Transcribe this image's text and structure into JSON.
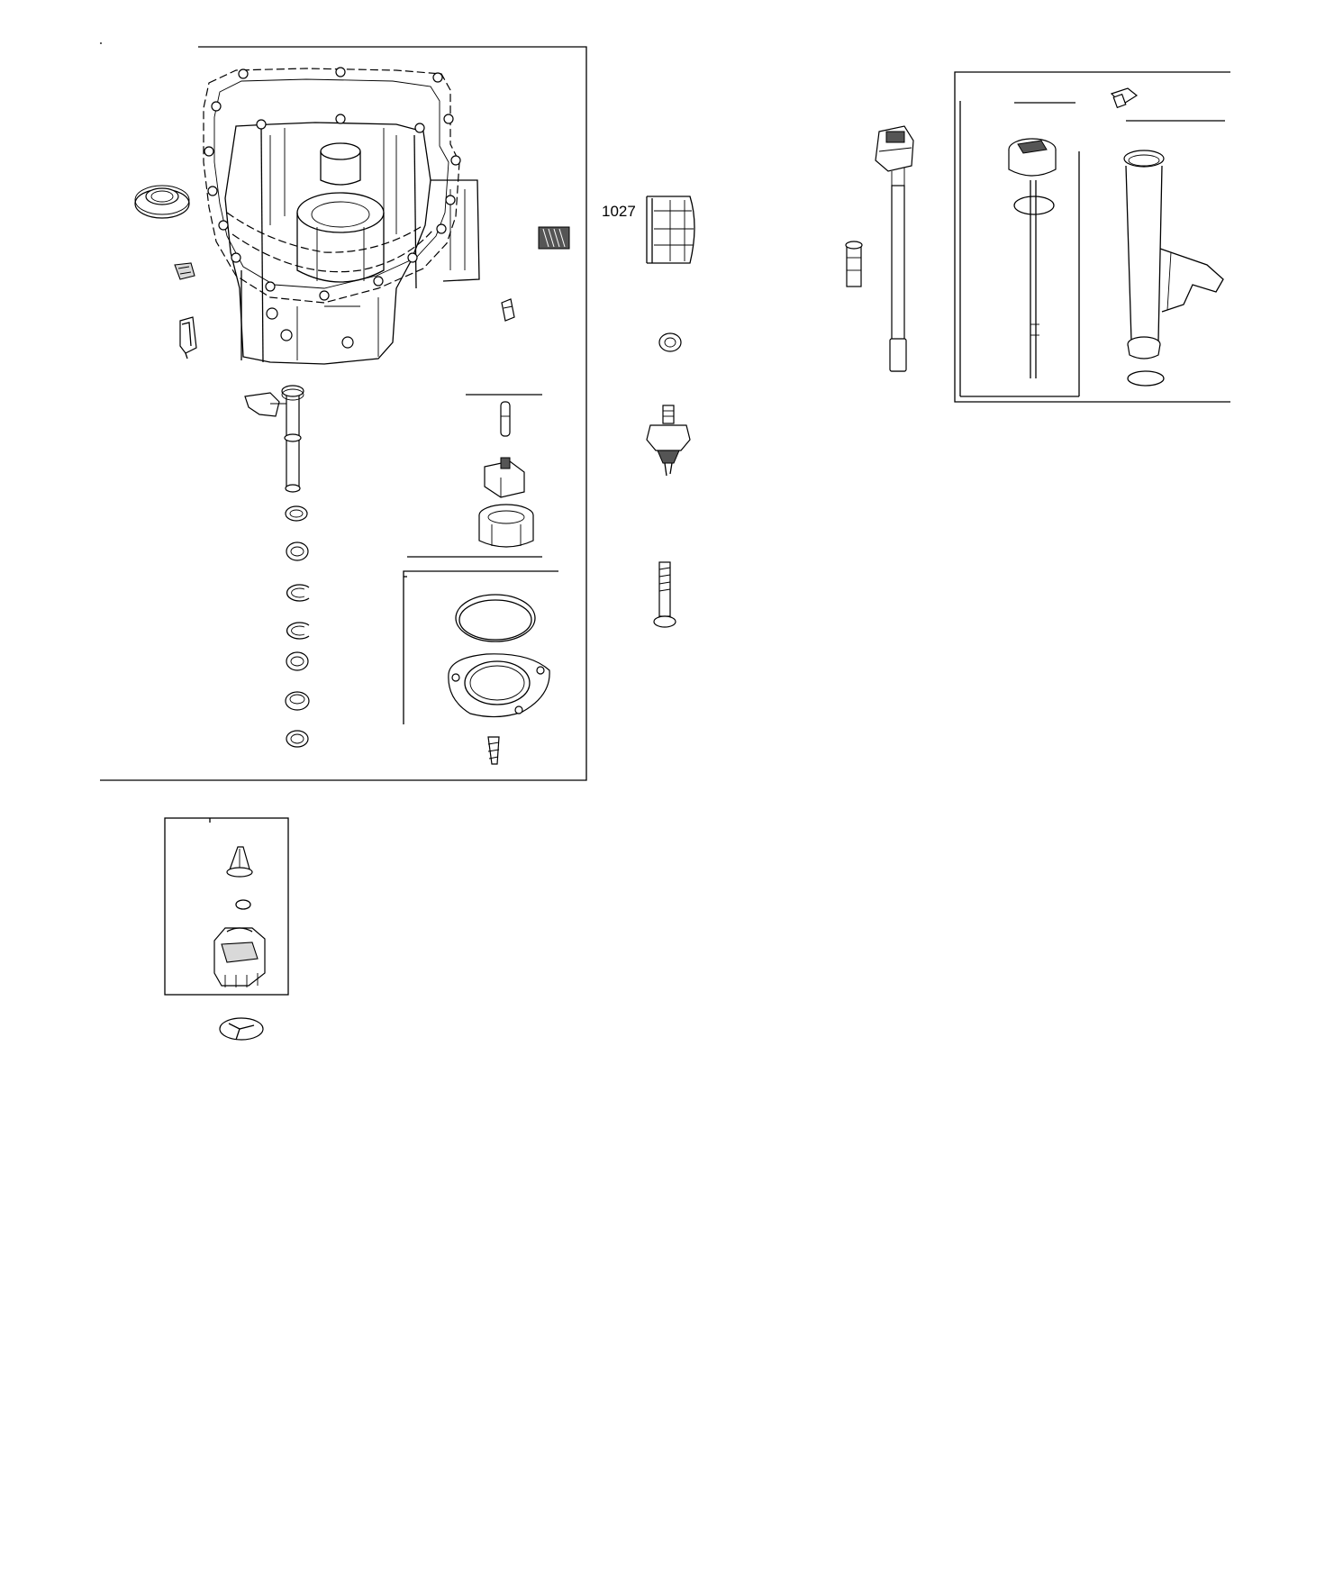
{
  "diagram": {
    "type": "exploded-parts-diagram",
    "part_labels": [
      {
        "id": "oil-filter",
        "text": "1027"
      }
    ],
    "colors": {
      "line": "#000000",
      "background": "#ffffff",
      "shade": "#d9d9d9"
    }
  }
}
